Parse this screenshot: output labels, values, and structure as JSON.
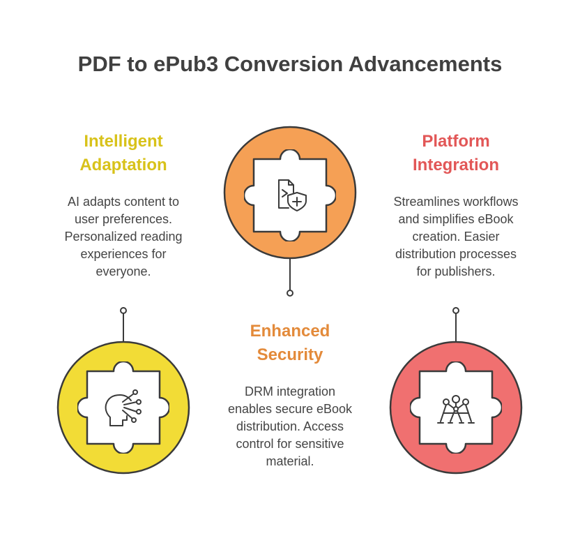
{
  "title": "PDF to ePub3 Conversion Advancements",
  "colors": {
    "title": "#404040",
    "yellow": "#F2DC36",
    "yellow_text": "#D8C21A",
    "orange": "#F5A055",
    "orange_text": "#E38A3A",
    "red": "#F07070",
    "red_text": "#E25757",
    "outline": "#3A3A3A",
    "body_text": "#444444"
  },
  "items": [
    {
      "heading": [
        "Intelligent",
        "Adaptation"
      ],
      "description": [
        "AI adapts content to",
        "user preferences.",
        "Personalized reading",
        "experiences for",
        "everyone."
      ],
      "icon": "ai-brain-icon",
      "color": "yellow"
    },
    {
      "heading": [
        "Enhanced",
        "Security"
      ],
      "description": [
        "DRM integration",
        "enables secure eBook",
        "distribution. Access",
        "control for sensitive",
        "material."
      ],
      "icon": "document-shield-icon",
      "color": "orange"
    },
    {
      "heading": [
        "Platform",
        "Integration"
      ],
      "description": [
        "Streamlines workflows",
        "and simplifies eBook",
        "creation. Easier",
        "distribution processes",
        "for publishers."
      ],
      "icon": "network-structure-icon",
      "color": "red"
    }
  ]
}
